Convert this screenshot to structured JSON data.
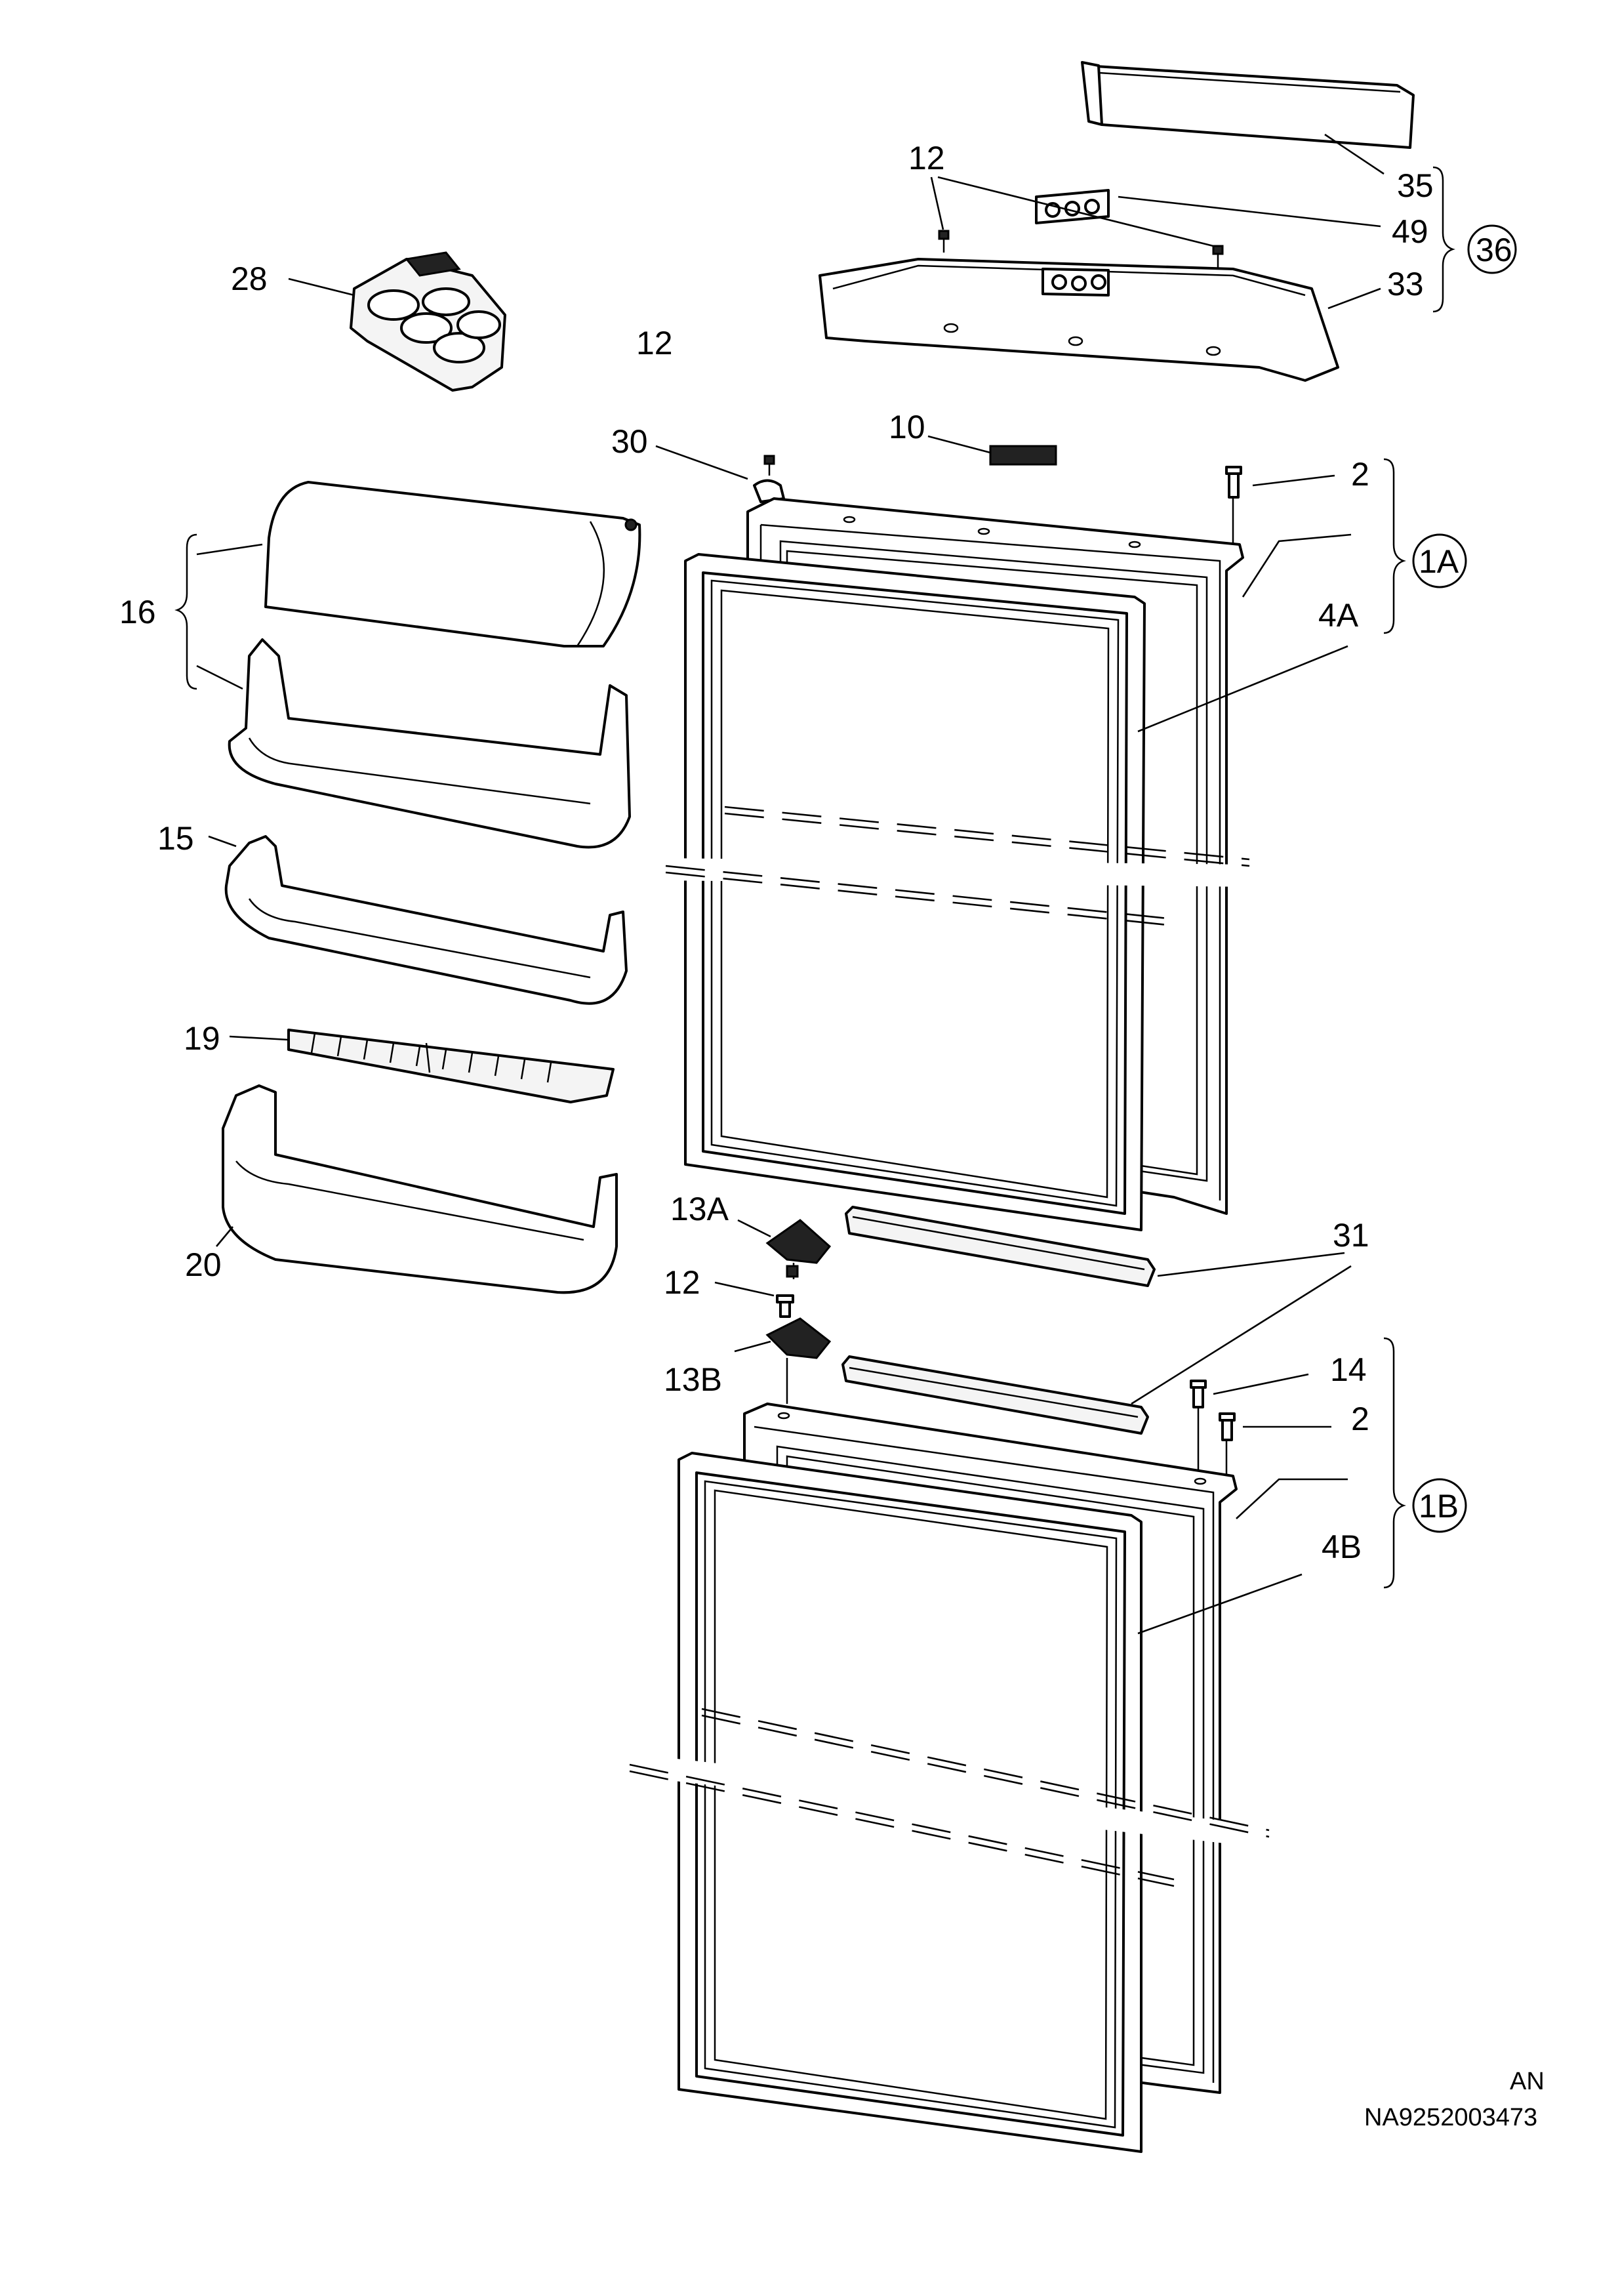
{
  "labels": {
    "p35": "35",
    "p49": "49",
    "p33": "33",
    "g36": "36",
    "p12a": "12",
    "p28": "28",
    "p12b": "12",
    "p30": "30",
    "p10": "10",
    "p2a": "2",
    "g1A": "1A",
    "p4A": "4A",
    "p16": "16",
    "p15": "15",
    "p19": "19",
    "p20": "20",
    "p13A": "13A",
    "p12c": "12",
    "p13B": "13B",
    "p31": "31",
    "p14": "14",
    "p2b": "2",
    "g1B": "1B",
    "p4B": "4B"
  },
  "footer": {
    "line1": "AN",
    "line2": "NA9252003473"
  }
}
